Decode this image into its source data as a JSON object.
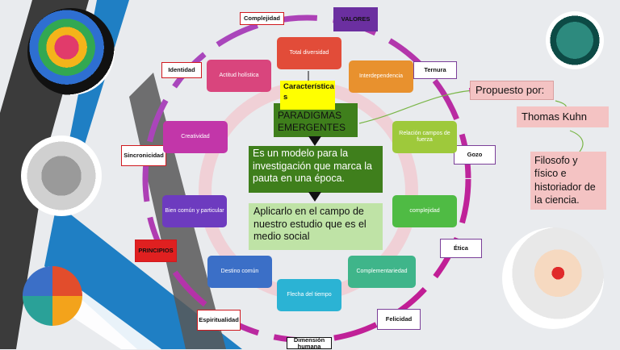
{
  "cycle_labels": {
    "complejidad": "Complejidad",
    "valores": "VALORES",
    "identidad": "Identidad",
    "ternura": "Ternura",
    "sincronicidad": "Sincronicidad",
    "gozo": "Gozo",
    "principios": "PRINCIPIOS",
    "etica": "Ética",
    "espiritualidad": "Espiritualidad",
    "felicidad": "Felicidad",
    "dimension_humana": "Dimensión humana"
  },
  "cards": {
    "total_diversidad": "Total diversidad",
    "interdependencia": "Interdependencia",
    "actitud_holistica": "Actitud holística",
    "relacion_campos": "Relación campos de fuerza",
    "creatividad": "Creatividad",
    "complejidad": "complejidad",
    "bien_comun": "Bien común y particular",
    "complementariedad": "Complementariedad",
    "destino_comun": "Destino común",
    "flecha_tiempo": "Flecha del tiempo"
  },
  "center": {
    "caracteristicas": "Característica s",
    "paradigmas": "PARADIGMAS EMERGENTES",
    "definition": "Es un modelo para la investigación que marca la pauta en una época.",
    "application": "Aplicarlo en el campo de nuestro estudio que es el medio social"
  },
  "right_panel": {
    "propuesto_por": "Propuesto por:",
    "author": "Thomas Kuhn",
    "description": "Filosofo y físico e historiador de la ciencia."
  },
  "colors": {
    "cycle_purple": "#a44fc4",
    "cycle_magenta": "#c6168d",
    "dark_green": "#3f7f1c",
    "light_green": "#bfe3a6",
    "pink": "#f4c3c3",
    "yellow": "#ffff00"
  }
}
